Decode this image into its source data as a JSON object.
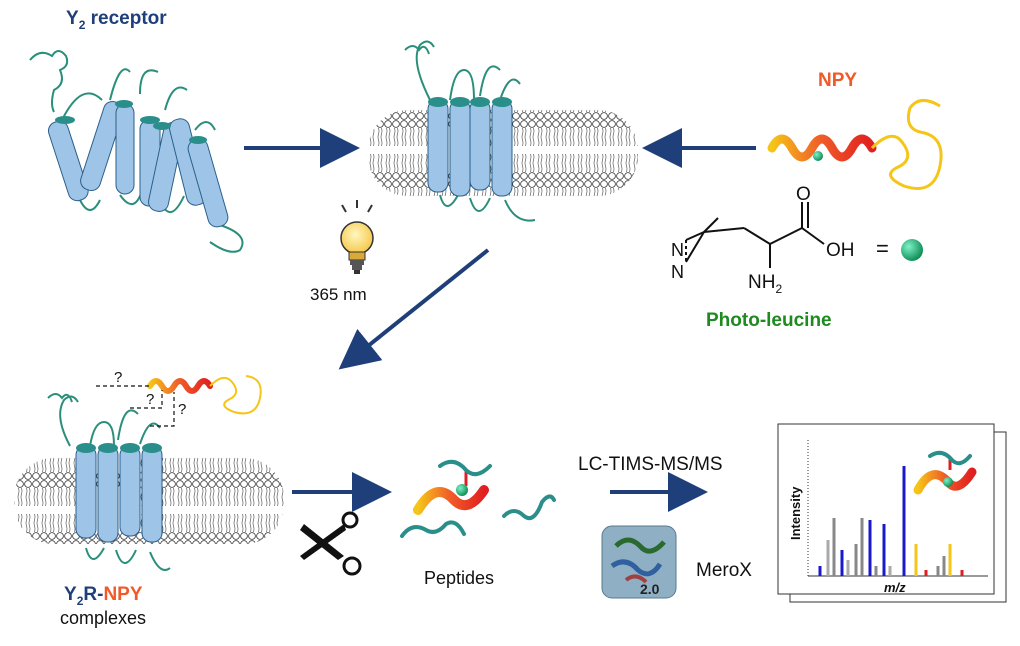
{
  "labels": {
    "y2_receptor_main": "Y",
    "y2_receptor_sub": "2",
    "y2_receptor_rest": " receptor",
    "npy": "NPY",
    "wavelength": "365 nm",
    "photo_leucine": "Photo-leucine",
    "oh": "OH",
    "equals": "=",
    "nh2_main": "NH",
    "nh2_sub": "2",
    "o": "O",
    "n1": "N",
    "n2": "N",
    "complex_y": "Y",
    "complex_sub": "2",
    "complex_r": "R-",
    "complex_npy": "NPY",
    "complexes": "complexes",
    "peptides": "Peptides",
    "lc_ms": "LC-TIMS-MS/MS",
    "merox": "MeroX",
    "merox_version": "2.0",
    "question": "?",
    "spectrum_ylabel": "Intensity",
    "spectrum_xlabel": "m/z"
  },
  "colors": {
    "navy": "#1f3f7a",
    "orange": "#f05a28",
    "green": "#1f8a1f",
    "helix_blue": "#9ec4e8",
    "helix_cap": "#2a8f8a",
    "loop": "#2a8f7a",
    "membrane_red": "#c0392b"
  }
}
